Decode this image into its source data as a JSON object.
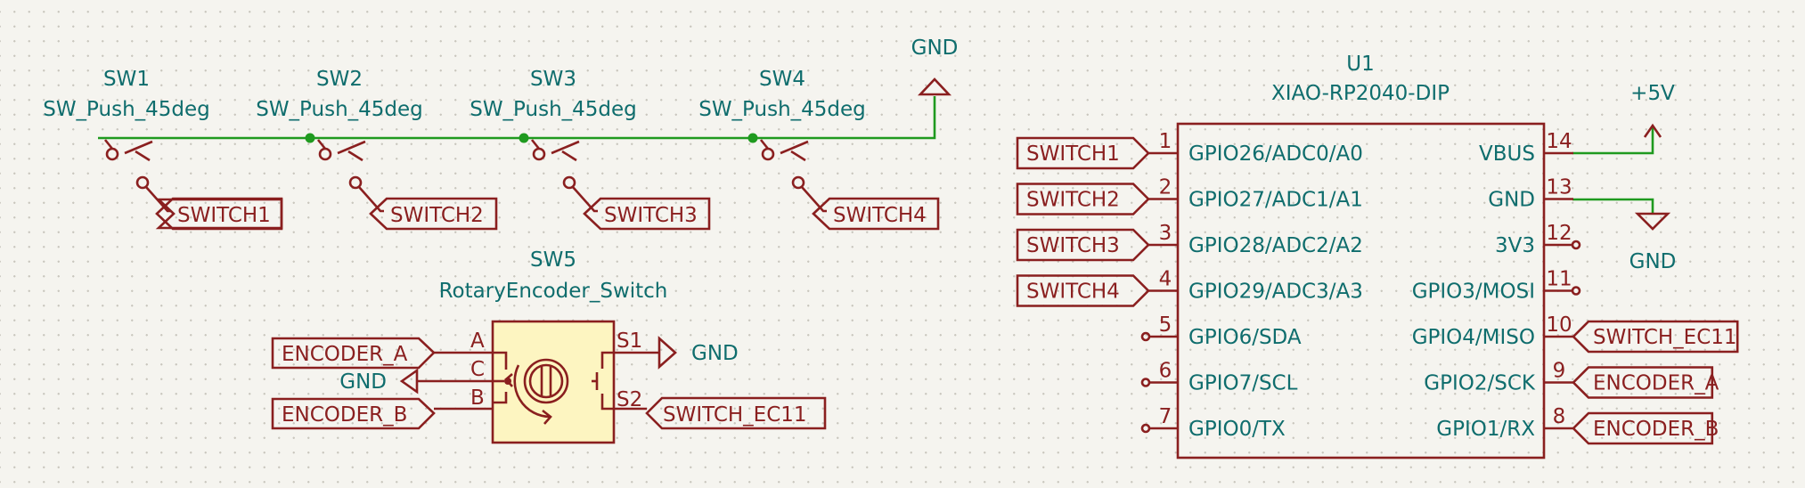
{
  "colors": {
    "background": "#f5f4ef",
    "wire": "#1f9a1f",
    "symbol": "#8a1f1f",
    "text_ref": "#0f6d6d",
    "component_fill": "#fdf5c1"
  },
  "switches": [
    {
      "ref": "SW1",
      "value": "SW_Push_45deg",
      "net": "SWITCH1"
    },
    {
      "ref": "SW2",
      "value": "SW_Push_45deg",
      "net": "SWITCH2"
    },
    {
      "ref": "SW3",
      "value": "SW_Push_45deg",
      "net": "SWITCH3"
    },
    {
      "ref": "SW4",
      "value": "SW_Push_45deg",
      "net": "SWITCH4"
    }
  ],
  "gnd_top": "GND",
  "encoder": {
    "ref": "SW5",
    "value": "RotaryEncoder_Switch",
    "pin_a": "A",
    "pin_c": "C",
    "pin_b": "B",
    "pin_s1": "S1",
    "pin_s2": "S2",
    "label_a": "ENCODER_A",
    "label_c": "GND",
    "label_b": "ENCODER_B",
    "label_s1": "GND",
    "label_s2": "SWITCH_EC11"
  },
  "mcu": {
    "ref": "U1",
    "value": "XIAO-RP2040-DIP",
    "left_pins": [
      {
        "num": "1",
        "name": "GPIO26/ADC0/A0",
        "label": "SWITCH1"
      },
      {
        "num": "2",
        "name": "GPIO27/ADC1/A1",
        "label": "SWITCH2"
      },
      {
        "num": "3",
        "name": "GPIO28/ADC2/A2",
        "label": "SWITCH3"
      },
      {
        "num": "4",
        "name": "GPIO29/ADC3/A3",
        "label": "SWITCH4"
      },
      {
        "num": "5",
        "name": "GPIO6/SDA",
        "label": ""
      },
      {
        "num": "6",
        "name": "GPIO7/SCL",
        "label": ""
      },
      {
        "num": "7",
        "name": "GPIO0/TX",
        "label": ""
      }
    ],
    "right_pins": [
      {
        "num": "14",
        "name": "VBUS",
        "label": ""
      },
      {
        "num": "13",
        "name": "GND",
        "label": ""
      },
      {
        "num": "12",
        "name": "3V3",
        "label": ""
      },
      {
        "num": "11",
        "name": "GPIO3/MOSI",
        "label": ""
      },
      {
        "num": "10",
        "name": "GPIO4/MISO",
        "label": "SWITCH_EC11"
      },
      {
        "num": "9",
        "name": "GPIO2/SCK",
        "label": "ENCODER_A"
      },
      {
        "num": "8",
        "name": "GPIO1/RX",
        "label": "ENCODER_B"
      }
    ],
    "power_vbus": "+5V",
    "power_gnd": "GND"
  }
}
